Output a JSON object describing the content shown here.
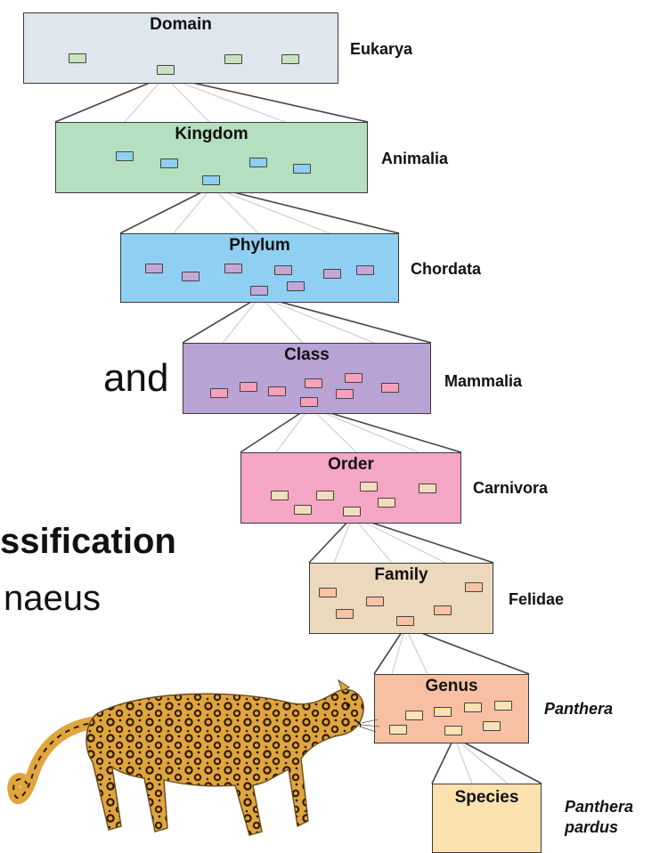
{
  "background_text": {
    "line1": "and",
    "line2": "ssification",
    "line3": "naeus"
  },
  "ranks": [
    {
      "key": "domain",
      "label": "Domain",
      "taxon": "Eukarya",
      "fill": "#dfe6ee",
      "mini_fill": "#c8e3c0",
      "italic": false
    },
    {
      "key": "kingdom",
      "label": "Kingdom",
      "taxon": "Animalia",
      "fill": "#b4e0bf",
      "mini_fill": "#8fcff0",
      "italic": false
    },
    {
      "key": "phylum",
      "label": "Phylum",
      "taxon": "Chordata",
      "fill": "#8fd0f2",
      "mini_fill": "#c3a8d6",
      "italic": false
    },
    {
      "key": "class",
      "label": "Class",
      "taxon": "Mammalia",
      "fill": "#b8a3d4",
      "mini_fill": "#f5a1bb",
      "italic": false
    },
    {
      "key": "order",
      "label": "Order",
      "taxon": "Carnivora",
      "fill": "#f4a6c4",
      "mini_fill": "#f3dcbd",
      "italic": false
    },
    {
      "key": "family",
      "label": "Family",
      "taxon": "Felidae",
      "fill": "#ebd8bd",
      "mini_fill": "#f9c2a3",
      "italic": false
    },
    {
      "key": "genus",
      "label": "Genus",
      "taxon": "Panthera",
      "fill": "#f7c0a0",
      "mini_fill": "#fbe2b0",
      "italic": true
    },
    {
      "key": "species",
      "label": "Species",
      "taxon_lines": [
        "Panthera",
        "pardus"
      ],
      "fill": "#fbe1ad",
      "italic": true
    }
  ]
}
